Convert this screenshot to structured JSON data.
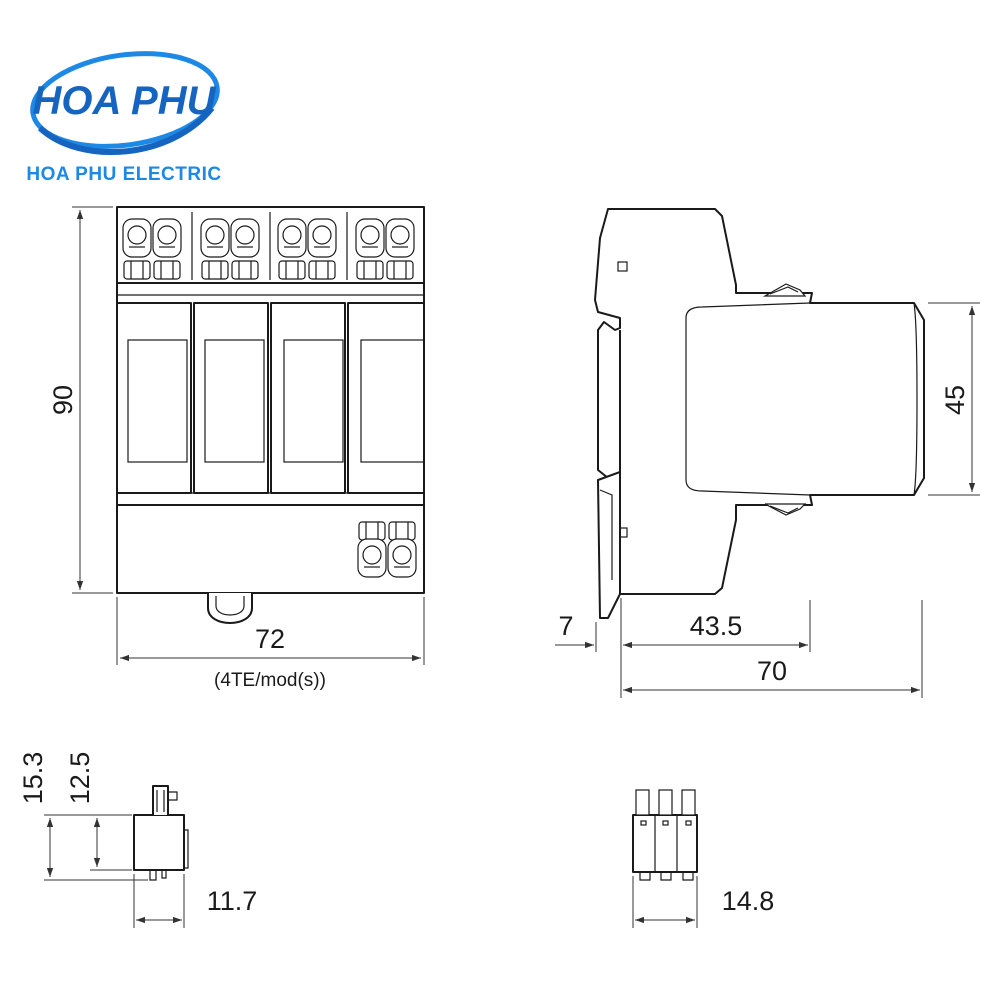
{
  "logo": {
    "wordmark": "HOA PHU",
    "company": "HOA PHU ELECTRIC",
    "color_primary": "#1565c0",
    "color_secondary": "#1e88e5"
  },
  "front_view": {
    "height": "90",
    "width": "72",
    "width_note": "(4TE/mod(s))"
  },
  "side_view": {
    "front_height": "45",
    "rail_offset": "7",
    "body_depth": "43.5",
    "total_depth": "70"
  },
  "terminal_side": {
    "height_outer": "15.3",
    "height_inner": "12.5",
    "width": "11.7"
  },
  "terminal_front": {
    "width": "14.8"
  }
}
